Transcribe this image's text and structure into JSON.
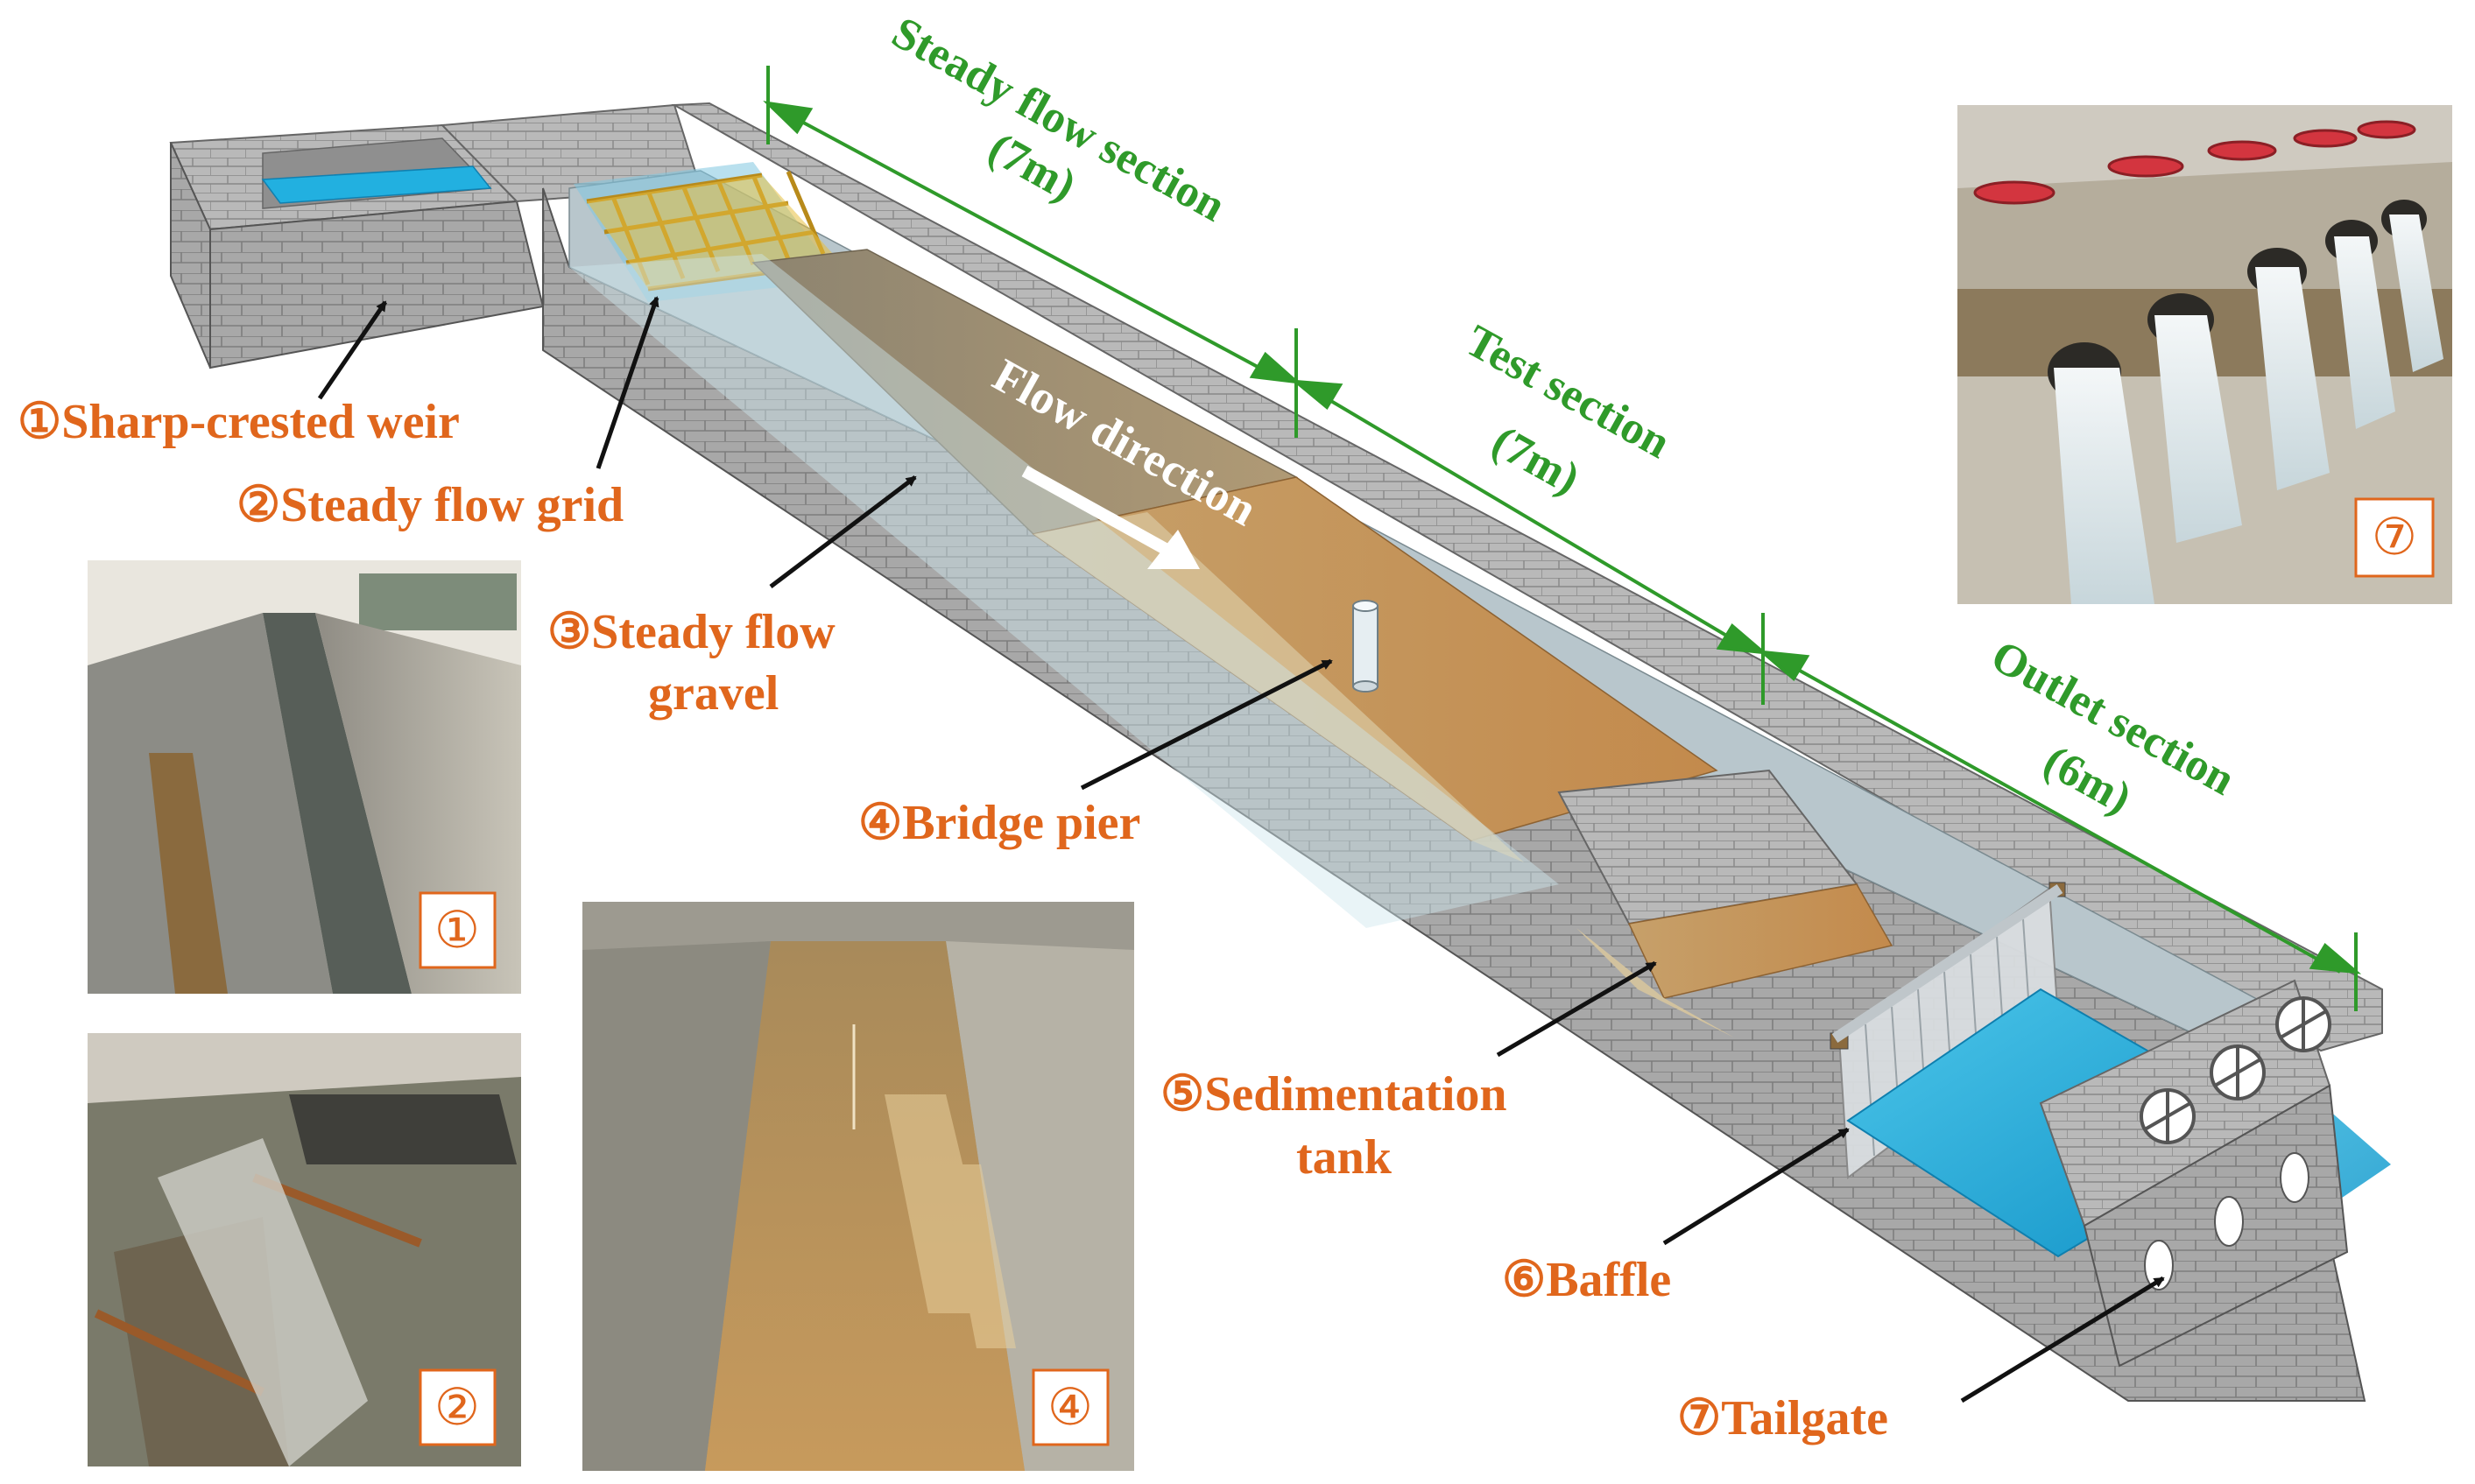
{
  "components": {
    "weir": "①Sharp-crested weir",
    "grid": "②Steady flow grid",
    "gravel_line1": "③Steady flow",
    "gravel_line2": "gravel",
    "pier": "④Bridge pier",
    "tank_line1": "⑤Sedimentation",
    "tank_line2": "tank",
    "baffle": "⑥Baffle",
    "tailgate": "⑦Tailgate"
  },
  "sections": {
    "steady_line1": "Steady flow section",
    "steady_line2": "(7m)",
    "test_line1": "Test section",
    "test_line2": "(7m)",
    "outlet_line1": "Outlet section",
    "outlet_line2": "(6m)"
  },
  "flow_direction": "Flow direction",
  "photos": {
    "weir_tag": "①",
    "grid_tag": "②",
    "pier_tag": "④",
    "tailgate_tag": "⑦"
  },
  "colors": {
    "label_orange": "#e0661c",
    "section_green": "#2f9a2a",
    "wall_gray": "#a9a9a9",
    "water_blue": "#1fa9d6",
    "sand": "#c8975a"
  }
}
